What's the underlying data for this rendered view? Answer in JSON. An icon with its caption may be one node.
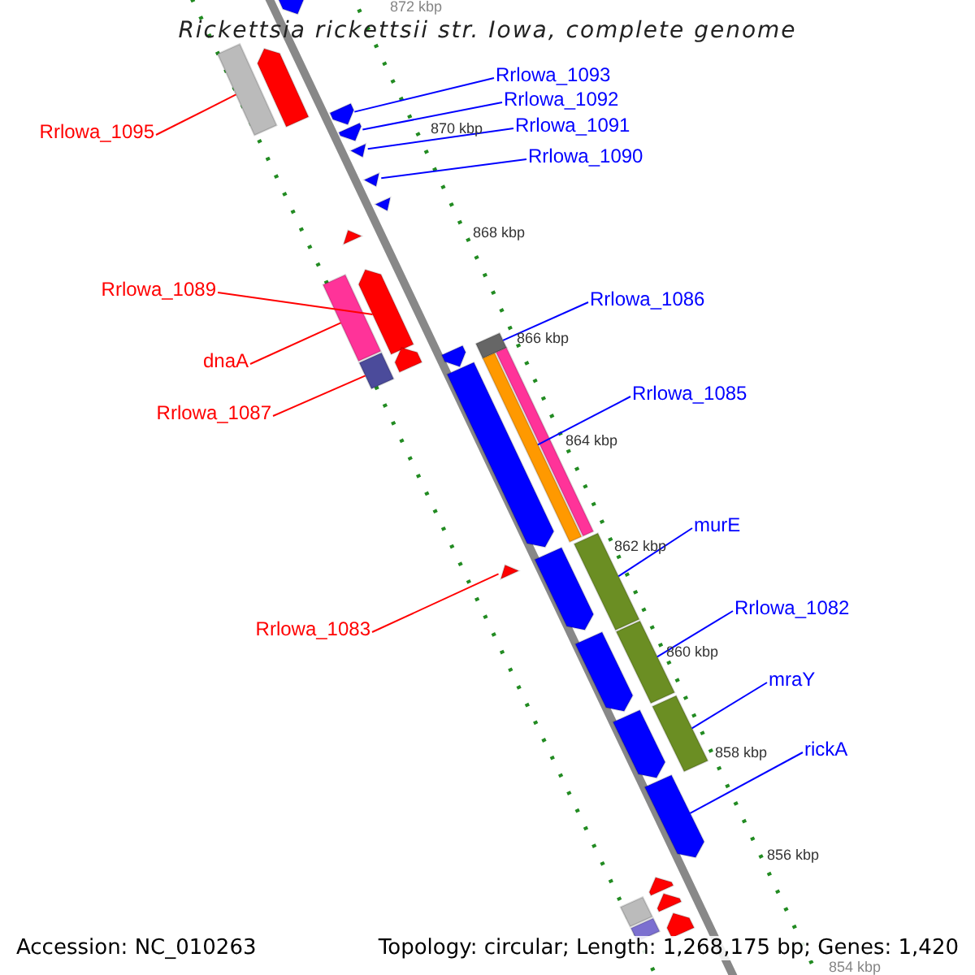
{
  "diagram": {
    "title": "Rickettsia rickettsii str. Iowa, complete genome",
    "nodes": [
      {
        "text": [
          "Rrlowa_1093"
        ]
      },
      {
        "text": [
          "Rrlowa_1092"
        ]
      },
      {
        "text": [
          "Rrlowa_1095"
        ]
      },
      {
        "text": [
          "Rrlowa_1091"
        ]
      },
      {
        "text": [
          "Rrlowa_1090"
        ]
      },
      {
        "text": [
          "Rrlowa_1089"
        ]
      },
      {
        "text": [
          "Rrlowa_1086"
        ]
      },
      {
        "text": [
          "dnaA"
        ]
      },
      {
        "text": [
          "Rrlowa_1085"
        ]
      },
      {
        "text": [
          "Rrlowa_1087"
        ]
      },
      {
        "text": [
          "murE"
        ]
      },
      {
        "text": [
          "Rrlowa_1083"
        ]
      },
      {
        "text": [
          "Rrlowa_1082"
        ]
      },
      {
        "text": [
          "mraY"
        ]
      },
      {
        "text": [
          "rickA"
        ]
      },
      {
        "text": [],
        "shape": "bar"
      },
      {
        "text": [],
        "shape": "bar"
      },
      {
        "text": [],
        "shape": "bar"
      },
      {
        "text": [],
        "shape": "bar"
      },
      {
        "text": [],
        "shape": "bar"
      },
      {
        "text": [],
        "shape": "bar"
      },
      {
        "text": [],
        "shape": "bar"
      },
      {
        "text": [],
        "shape": "bar"
      },
      {
        "text": [],
        "shape": "bar"
      },
      {
        "text": [],
        "shape": "bar"
      },
      {
        "text": [],
        "shape": "bar"
      },
      {
        "text": [],
        "shape": "bar"
      },
      {
        "text": [],
        "shape": "bar"
      },
      {
        "text": [],
        "shape": "bar"
      },
      {
        "text": [],
        "shape": "bar"
      },
      {
        "text": [],
        "shape": "bar"
      },
      {
        "text": [],
        "shape": "bar"
      },
      {
        "text": [],
        "shape": "bar"
      },
      {
        "text": [],
        "shape": "bar"
      },
      {
        "text": [],
        "shape": "bar"
      },
      {
        "text": [],
        "shape": "bar"
      },
      {
        "text": [],
        "shape": "bar"
      },
      {
        "text": [],
        "shape": "bar"
      },
      {
        "text": [],
        "shape": "bar"
      },
      {
        "text": [],
        "shape": "bar"
      },
      {
        "text": [],
        "shape": "bar"
      },
      {
        "text": [],
        "shape": "bar"
      },
      {
        "text": [],
        "shape": "bar"
      },
      {
        "text": [],
        "shape": "bar"
      },
      {
        "text": [],
        "shape": "bar"
      },
      {
        "text": [],
        "shape": "bar"
      }
    ],
    "edges": [
      {
        "from": 0,
        "to": 18,
        "arrow": "none"
      },
      {
        "from": 1,
        "to": 19,
        "arrow": "none"
      },
      {
        "from": 2,
        "to": 16,
        "arrow": "none",
        "color": "#ff0000"
      },
      {
        "from": 3,
        "to": 20,
        "arrow": "none"
      },
      {
        "from": 4,
        "to": 21,
        "arrow": "none"
      },
      {
        "from": 5,
        "to": 24,
        "arrow": "none",
        "color": "#ff0000"
      },
      {
        "from": 6,
        "to": 28,
        "arrow": "none"
      },
      {
        "from": 7,
        "to": 25,
        "arrow": "none",
        "color": "#ff0000"
      },
      {
        "from": 8,
        "to": 31,
        "arrow": "none"
      },
      {
        "from": 9,
        "to": 27,
        "arrow": "none",
        "color": "#ff0000"
      },
      {
        "from": 10,
        "to": 33,
        "arrow": "none"
      },
      {
        "from": 11,
        "to": 35,
        "arrow": "none",
        "color": "#ff0000"
      },
      {
        "from": 12,
        "to": 36,
        "arrow": "none"
      },
      {
        "from": 13,
        "to": 38,
        "arrow": "none"
      },
      {
        "from": 14,
        "to": 40,
        "arrow": "none"
      }
    ],
    "labels": [
      "872 kbp",
      "870 kbp",
      "868 kbp",
      "866 kbp",
      "864 kbp",
      "862 kbp",
      "860 kbp",
      "858 kbp",
      "856 kbp",
      "854 kbp",
      "Accession: NC_010263",
      "Topology: circular; Length: 1,268,175 bp; Genes: 1,420"
    ]
  }
}
